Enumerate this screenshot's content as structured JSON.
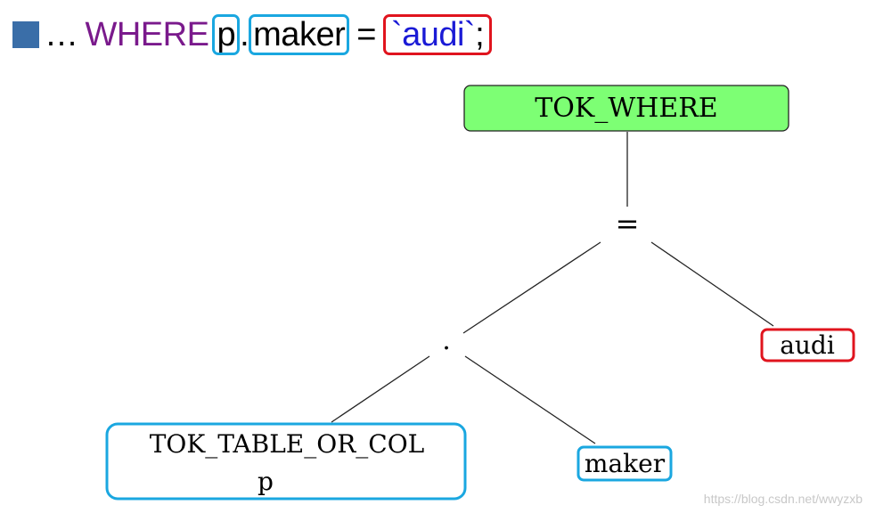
{
  "query": {
    "ellipsis": "…",
    "keyword": "WHERE",
    "table_alias": "p",
    "dot": ".",
    "column": "maker",
    "operator": "=",
    "literal": "`audi`",
    "terminator": ";"
  },
  "tree": {
    "root": "TOK_WHERE",
    "operator": "=",
    "dot": ".",
    "value": "audi",
    "table_node_line1": "TOK_TABLE_OR_COL",
    "table_node_line2": "p",
    "column": "maker"
  },
  "watermark": "https://blog.csdn.net/wwyzxb",
  "colors": {
    "bullet": "#3a6ea8",
    "keyword": "#7a1a8c",
    "literal": "#1a1ad6",
    "highlight_blue": "#1aa7e0",
    "highlight_red": "#e0141e",
    "root_fill": "#7dff74",
    "root_border": "#222222",
    "edge": "#222222"
  }
}
